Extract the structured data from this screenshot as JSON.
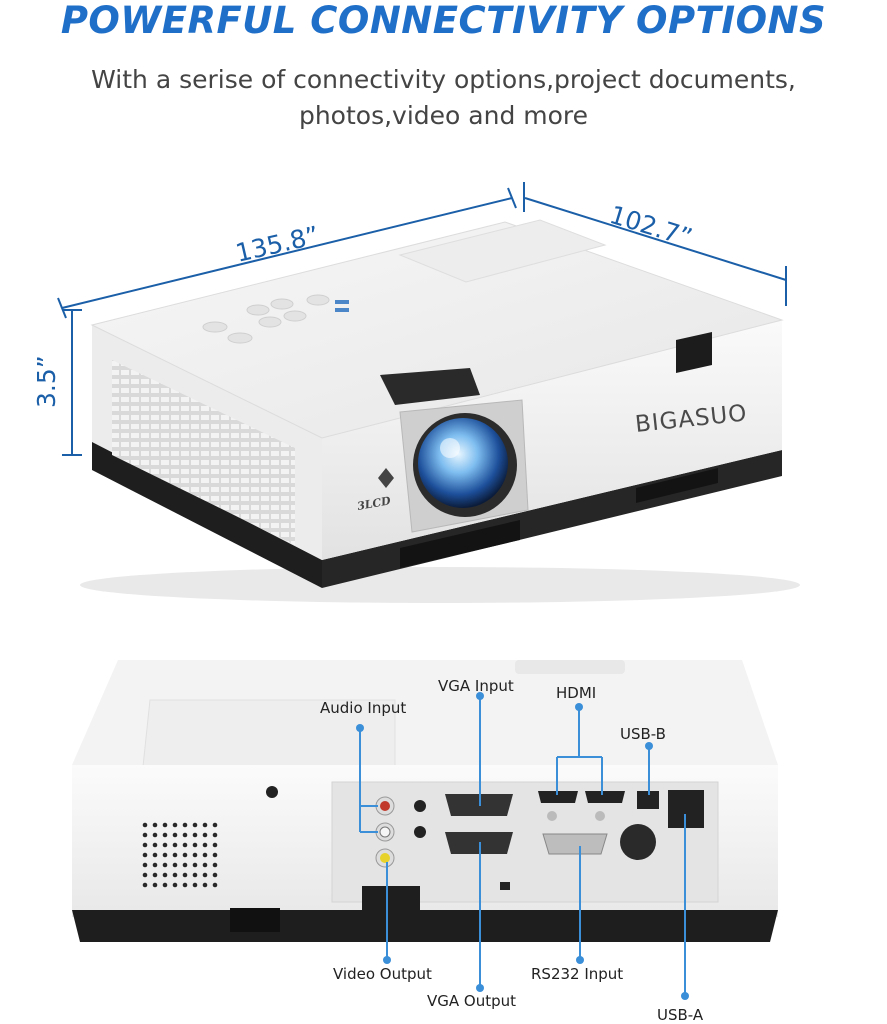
{
  "headline": "POWERFUL CONNECTIVITY OPTIONS",
  "subtitle": "With a serise of connectivity options,project documents, photos,video and more",
  "brand": "BIGASUO",
  "lens_logo": "3LCD",
  "dimensions": {
    "width": "135.8”",
    "depth": "102.7”",
    "height": "3.5”"
  },
  "ports": {
    "audio_input": "Audio Input",
    "vga_input": "VGA Input",
    "hdmi": "HDMI",
    "usb_b": "USB-B",
    "video_output": "Video Output",
    "vga_output": "VGA Output",
    "rs232_input": "RS232 Input",
    "usb_a": "USB-A"
  },
  "colors": {
    "accent": "#1f6fc9",
    "callout_line": "#3b8fd9",
    "dimension": "#1b5fa8",
    "body_white": "#f4f4f4",
    "base_black": "#1e1e1e"
  }
}
